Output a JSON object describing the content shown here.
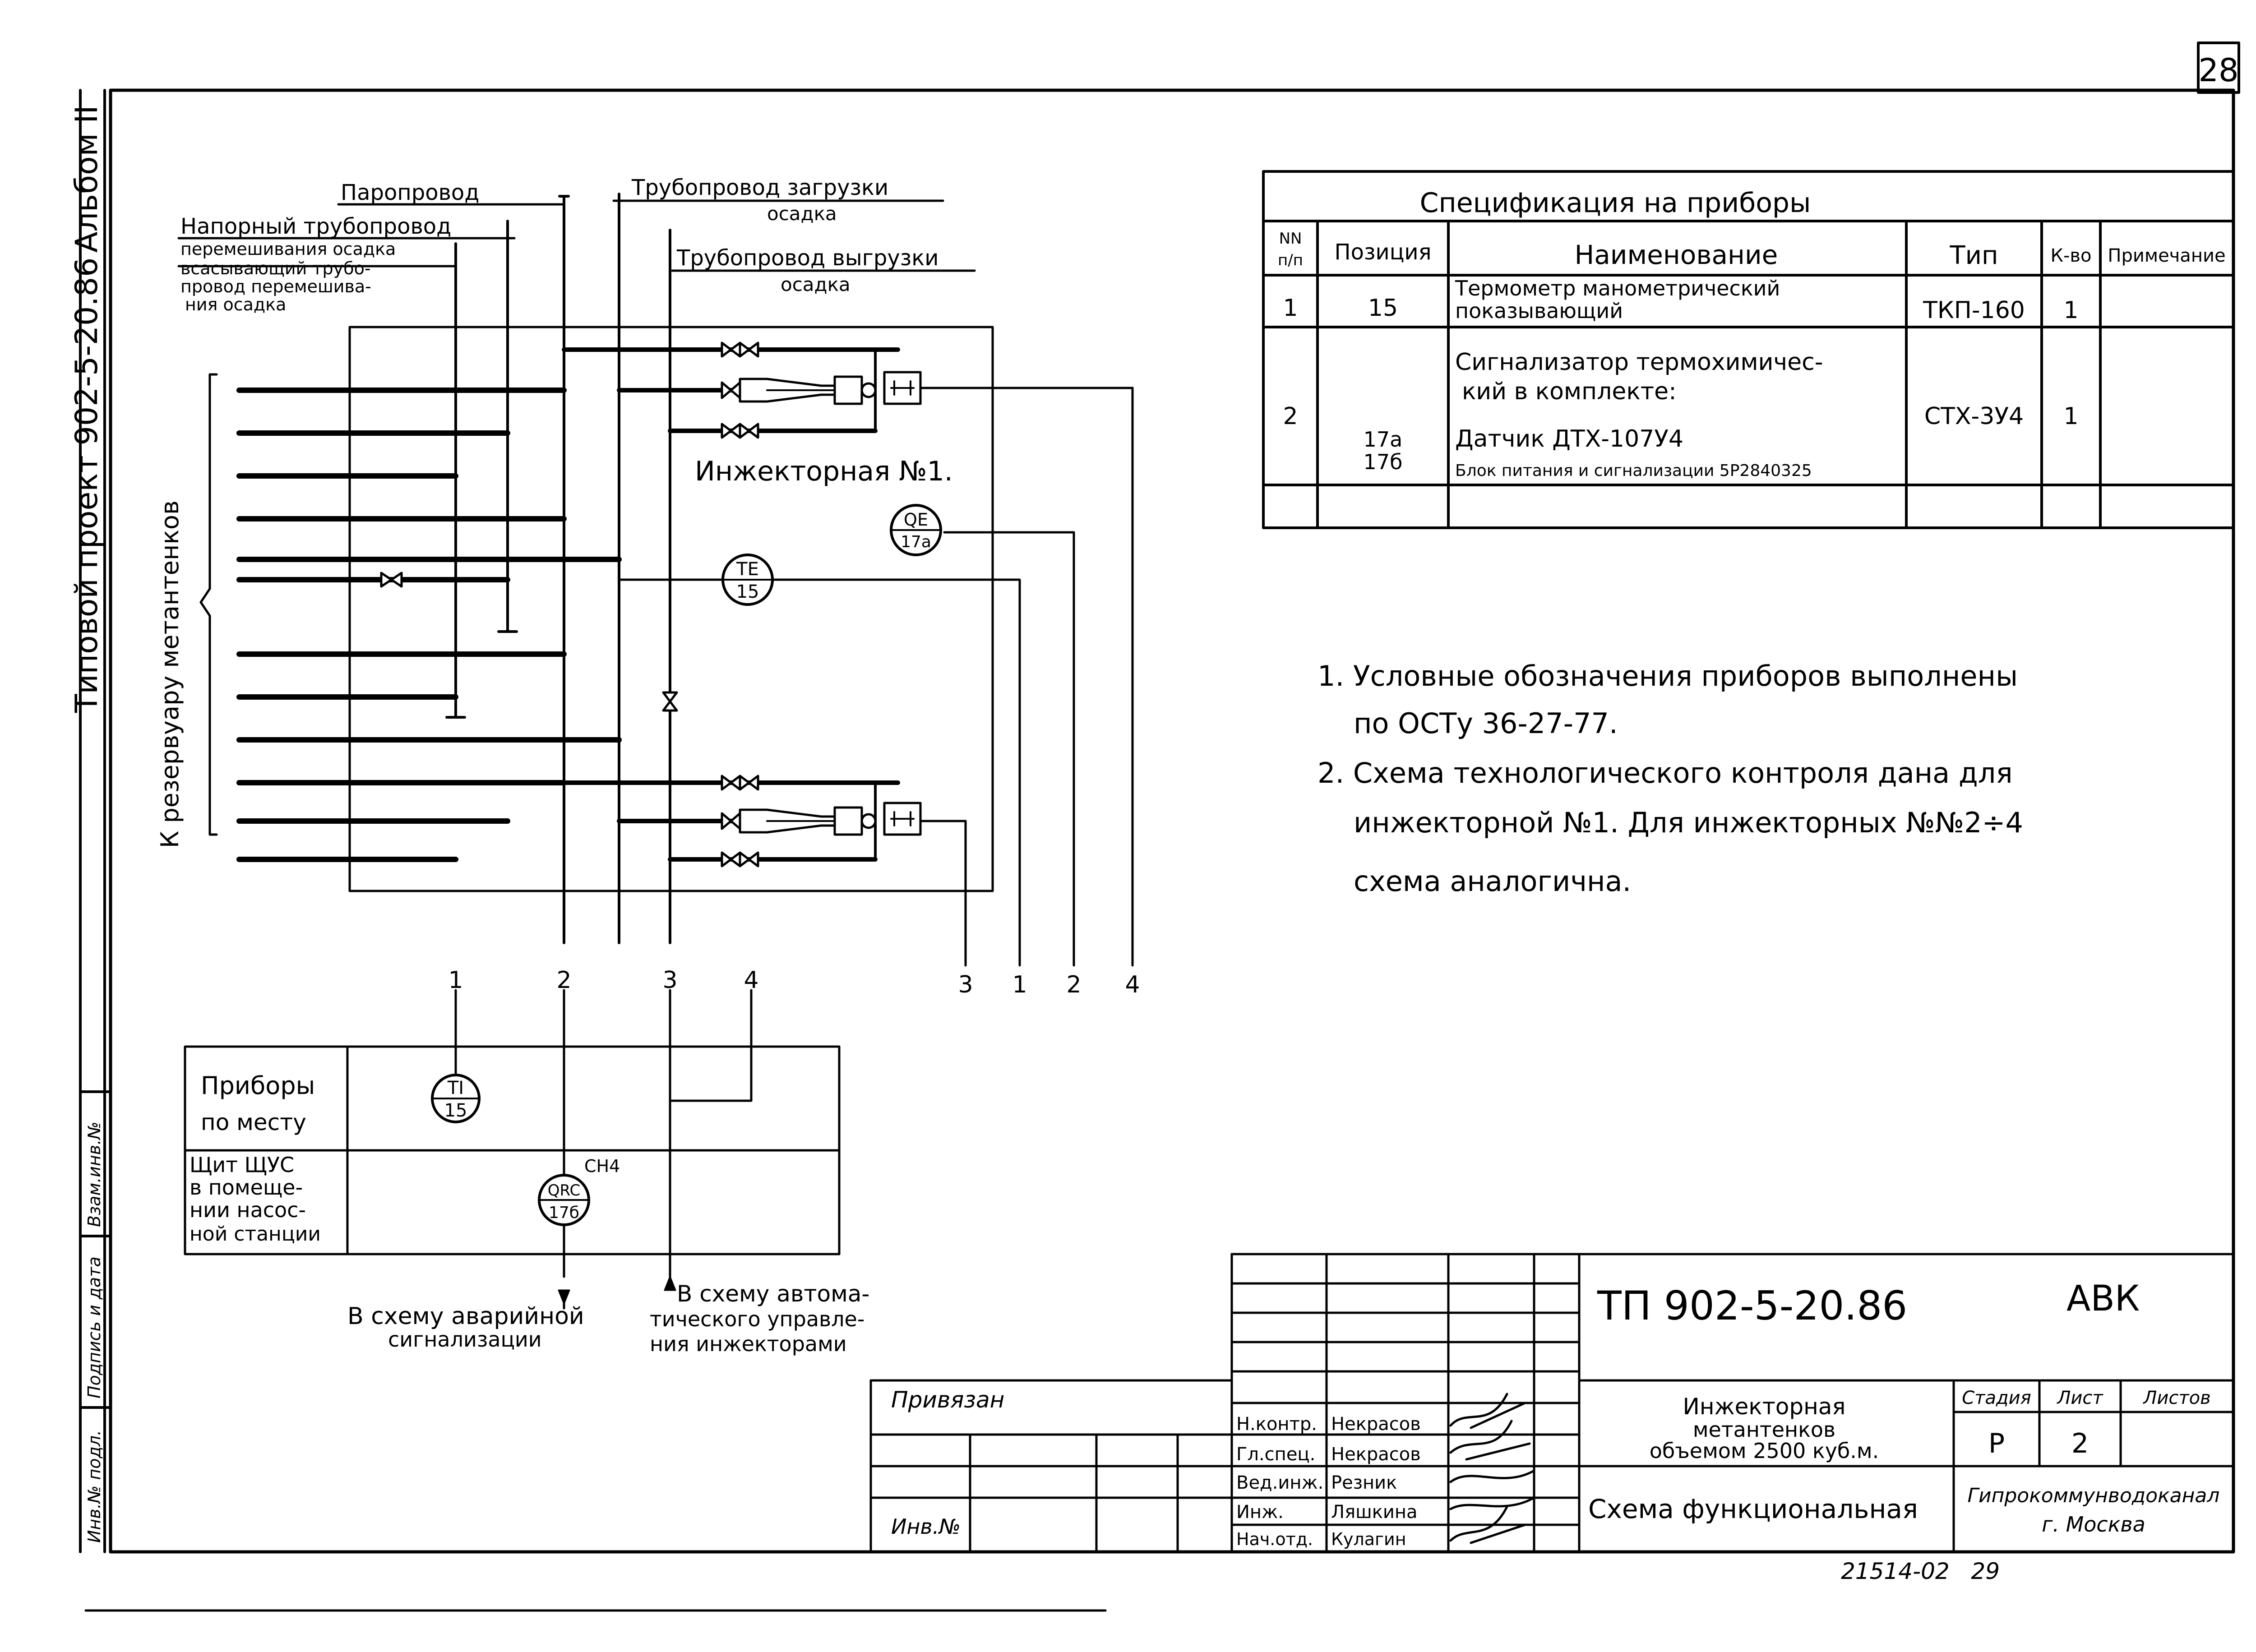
{
  "sheet_number": "28",
  "side_strip": {
    "project": "Типовой проект 902-5-20.86",
    "album": "Альбом II",
    "inv_orig": "Инв.№ подл.",
    "sign_date": "Подпись и дата",
    "replace_inv": "Взам.инв.№"
  },
  "pipelines": {
    "steam": "Паропровод",
    "pressure_mixing_1": "Напорный трубопровод",
    "pressure_mixing_2": "перемешивания осадка",
    "suction_1": "всасывающий трубо-",
    "suction_2": "провод перемешива-",
    "suction_3": "ния осадка",
    "loading_1": "Трубопровод загрузки",
    "loading_2": "осадка",
    "unloading_1": "Трубопровод выгрузки",
    "unloading_2": "осадка"
  },
  "tank_label": "К резервуару метантенков",
  "injector_label": "Инжекторная №1.",
  "instruments": {
    "te": {
      "top": "TE",
      "bottom": "15"
    },
    "qe": {
      "top": "QE",
      "bottom": "17а"
    },
    "ti": {
      "top": "TI",
      "bottom": "15"
    },
    "qrc": {
      "top": "QRC",
      "bottom": "17б"
    },
    "ch4": "CH4"
  },
  "line_numbers_top": [
    "3",
    "1",
    "2",
    "4"
  ],
  "line_numbers_bottom": [
    "1",
    "2",
    "3",
    "4"
  ],
  "panel": {
    "row1_1": "Приборы",
    "row1_2": "по месту",
    "row2_1": "Щит ЩУС",
    "row2_2": "в помеще-",
    "row2_3": "нии насос-",
    "row2_4": "ной станции"
  },
  "outputs": {
    "alarm_1": "В схему аварийной",
    "alarm_2": "сигнализации",
    "auto_1": "В схему автома-",
    "auto_2": "тического управле-",
    "auto_3": "ния инжекторами"
  },
  "spec": {
    "title": "Спецификация на приборы",
    "headers": {
      "nn": "NN",
      "np": "п/п",
      "pos": "Позиция",
      "name": "Наименование",
      "type": "Тип",
      "qty": "К-во",
      "note": "Примечание"
    },
    "r1": {
      "n": "1",
      "pos": "15",
      "name1": "Термометр манометрический",
      "name2": "показывающий",
      "type": "ТКП-160",
      "qty": "1"
    },
    "r2": {
      "n": "2",
      "pos_a": "17а",
      "pos_b": "17б",
      "name1": "Сигнализатор термохимичес-",
      "name2": "кий в комплекте:",
      "name3": "Датчик ДТХ-107У4",
      "name4": "Блок питания и сигнализации 5Р2840325",
      "type": "СТХ-3У4",
      "qty": "1"
    }
  },
  "notes": {
    "l1": "1. Условные обозначения приборов выполнены",
    "l2": "по ОСТу 36-27-77.",
    "l3": "2. Схема технологического контроля дана для",
    "l4": "инжекторной №1. Для инжекторных №№2÷4",
    "l5": "схема аналогична."
  },
  "stamp": {
    "code": "ТП 902-5-20.86",
    "mark": "АВК",
    "bound": "Привязан",
    "inv_no": "Инв.№",
    "roles": [
      "Н.контр.",
      "Гл.спец.",
      "Вед.инж.",
      "Инж.",
      "Нач.отд."
    ],
    "names": [
      "Некрасов",
      "Некрасов",
      "Резник",
      "Ляшкина",
      "Кулагин"
    ],
    "obj1": "Инжекторная",
    "obj2": "метантенков",
    "obj3": "объемом 2500 куб.м.",
    "stage_h": "Стадия",
    "sheet_h": "Лист",
    "sheets_h": "Листов",
    "stage": "Р",
    "sheet": "2",
    "doc_title": "Схема функциональная",
    "org1": "Гипрокоммунводоканал",
    "org2": "г. Москва"
  },
  "footer": "21514-02   29"
}
